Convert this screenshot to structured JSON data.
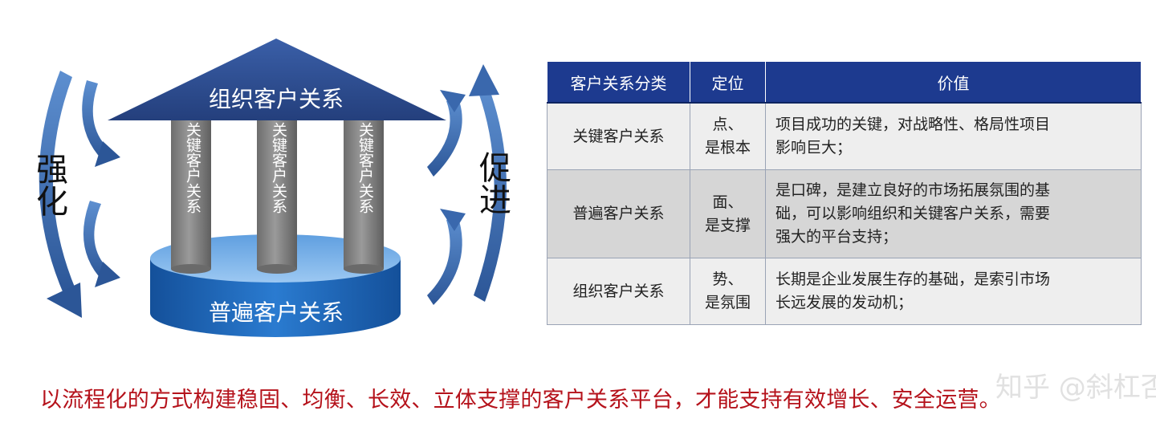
{
  "diagram": {
    "roof_label": "组织客户关系",
    "pillar_label": "关键客户关系",
    "pillar_count": 3,
    "base_label": "普遍客户关系",
    "left_word": "强化",
    "right_word": "促进",
    "colors": {
      "roof": "#2b4c8e",
      "pillar": "#808080",
      "base": "#1c66b8",
      "arrow": "#3f6fb0"
    }
  },
  "table": {
    "headers": [
      "客户关系分类",
      "定位",
      "价值"
    ],
    "rows": [
      {
        "category": "关键客户关系",
        "position": "点、\n是根本",
        "value": "项目成功的关键，对战略性、格局性项目\n影响巨大；"
      },
      {
        "category": "普遍客户关系",
        "position": "面、\n是支撑",
        "value": "是口碑，是建立良好的市场拓展氛围的基\n础，可以影响组织和关键客户关系，需要\n强大的平台支持；"
      },
      {
        "category": "组织客户关系",
        "position": "势、\n是氛围",
        "value": "长期是企业发展生存的基础，是索引市场\n长远发展的发动机；"
      }
    ],
    "header_color": "#1d3a8f"
  },
  "footer": "以流程化的方式构建稳固、均衡、长效、立体支撑的客户关系平台，才能支持有效增长、安全运营。",
  "watermark": "知乎 @斜杠否"
}
